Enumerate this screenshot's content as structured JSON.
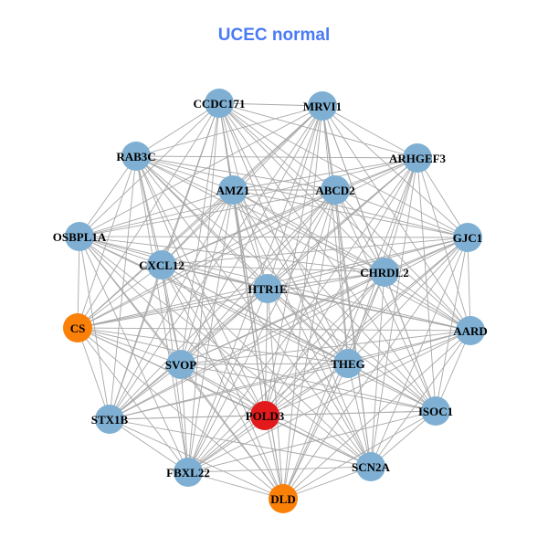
{
  "title": "UCEC normal",
  "colors": {
    "title": "#4a7af5",
    "edge": "#a8a8a8",
    "default_node": "#7fb0d3",
    "orange": "#fb8008",
    "red": "#e31a1c"
  },
  "nodes": [
    {
      "id": "CCDC171",
      "color": "#7fb0d3"
    },
    {
      "id": "MRVI1",
      "color": "#7fb0d3"
    },
    {
      "id": "RAB3C",
      "color": "#7fb0d3"
    },
    {
      "id": "ARHGEF3",
      "color": "#7fb0d3"
    },
    {
      "id": "AMZ1",
      "color": "#7fb0d3"
    },
    {
      "id": "ABCD2",
      "color": "#7fb0d3"
    },
    {
      "id": "OSBPL1A",
      "color": "#7fb0d3"
    },
    {
      "id": "GJC1",
      "color": "#7fb0d3"
    },
    {
      "id": "CXCL12",
      "color": "#7fb0d3"
    },
    {
      "id": "CHRDL2",
      "color": "#7fb0d3"
    },
    {
      "id": "HTR1E",
      "color": "#7fb0d3"
    },
    {
      "id": "CS",
      "color": "#fb8008"
    },
    {
      "id": "AARD",
      "color": "#7fb0d3"
    },
    {
      "id": "SVOP",
      "color": "#7fb0d3"
    },
    {
      "id": "THEG",
      "color": "#7fb0d3"
    },
    {
      "id": "STX1B",
      "color": "#7fb0d3"
    },
    {
      "id": "POLD3",
      "color": "#e31a1c"
    },
    {
      "id": "ISOC1",
      "color": "#7fb0d3"
    },
    {
      "id": "FBXL22",
      "color": "#7fb0d3"
    },
    {
      "id": "SCN2A",
      "color": "#7fb0d3"
    },
    {
      "id": "DLD",
      "color": "#fb8008"
    }
  ]
}
